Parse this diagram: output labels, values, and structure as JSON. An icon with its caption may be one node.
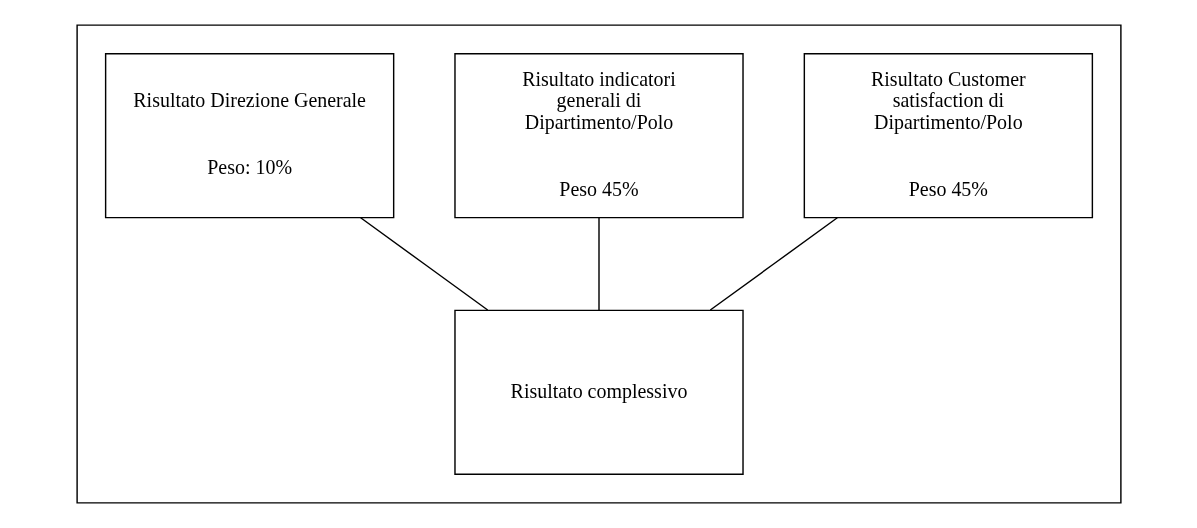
{
  "diagram": {
    "nodes": [
      {
        "text": [],
        "shape": "box"
      },
      {
        "text": [
          "Risultato Direzione Generale",
          "Peso: 10%"
        ],
        "in": 0
      },
      {
        "text": [
          "Risultato indicatori generali di Dipartimento/Polo",
          "Peso 45%"
        ],
        "in": 0
      },
      {
        "text": [
          "Risultato Customer satisfaction di Dipartimento/Polo",
          "Peso 45%"
        ],
        "in": 0
      },
      {
        "text": [
          "Risultato complessivo"
        ],
        "in": 0
      }
    ],
    "edges": [
      {
        "from": 1,
        "to": 4,
        "arrow": "none"
      },
      {
        "from": 2,
        "to": 4,
        "arrow": "none"
      },
      {
        "from": 3,
        "to": 4,
        "arrow": "none"
      }
    ]
  }
}
